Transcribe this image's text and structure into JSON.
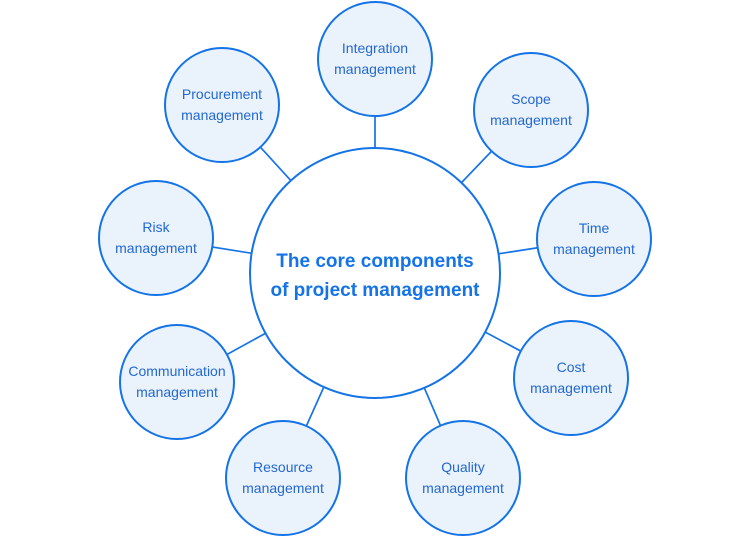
{
  "colors": {
    "accent": "#1473E6",
    "node_stroke": "#1473E6",
    "node_fill": "#EAF2FC",
    "label_text": "#2368D1",
    "center_text": "#1473E6",
    "background": "#FFFFFF"
  },
  "diagram": {
    "type": "hub-and-spoke",
    "center": {
      "line1": "The core components",
      "line2": "of project management"
    },
    "nodes": [
      {
        "id": "integration",
        "line1": "Integration",
        "line2": "management"
      },
      {
        "id": "scope",
        "line1": "Scope",
        "line2": "management"
      },
      {
        "id": "time",
        "line1": "Time",
        "line2": "management"
      },
      {
        "id": "cost",
        "line1": "Cost",
        "line2": "management"
      },
      {
        "id": "quality",
        "line1": "Quality",
        "line2": "management"
      },
      {
        "id": "resource",
        "line1": "Resource",
        "line2": "management"
      },
      {
        "id": "communication",
        "line1": "Communication",
        "line2": "management"
      },
      {
        "id": "risk",
        "line1": "Risk",
        "line2": "management"
      },
      {
        "id": "procurement",
        "line1": "Procurement",
        "line2": "management"
      }
    ]
  }
}
